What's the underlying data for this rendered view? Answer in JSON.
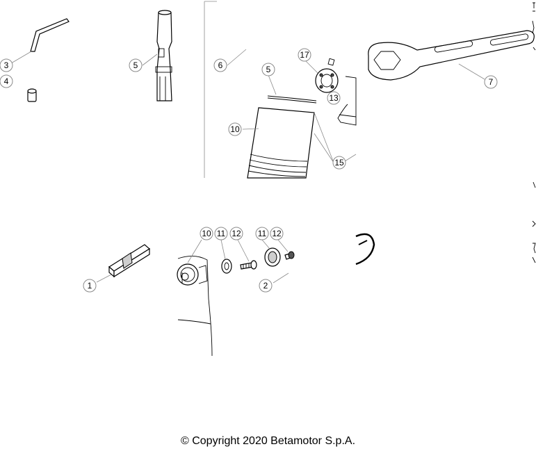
{
  "callouts": [
    {
      "id": "c1",
      "label": "1"
    },
    {
      "id": "c2",
      "label": "2"
    },
    {
      "id": "c3",
      "label": "3"
    },
    {
      "id": "c4",
      "label": "4"
    },
    {
      "id": "c5a",
      "label": "5"
    },
    {
      "id": "c5b",
      "label": "5"
    },
    {
      "id": "c6",
      "label": "6"
    },
    {
      "id": "c7",
      "label": "7"
    },
    {
      "id": "c10a",
      "label": "10"
    },
    {
      "id": "c10b",
      "label": "10"
    },
    {
      "id": "c11a",
      "label": "11"
    },
    {
      "id": "c11b",
      "label": "11"
    },
    {
      "id": "c12a",
      "label": "12"
    },
    {
      "id": "c12b",
      "label": "12"
    },
    {
      "id": "c13",
      "label": "13"
    },
    {
      "id": "c15",
      "label": "15"
    },
    {
      "id": "c17",
      "label": "17"
    }
  ],
  "copyright": "© Copyright 2020 Betamotor S.p.A."
}
